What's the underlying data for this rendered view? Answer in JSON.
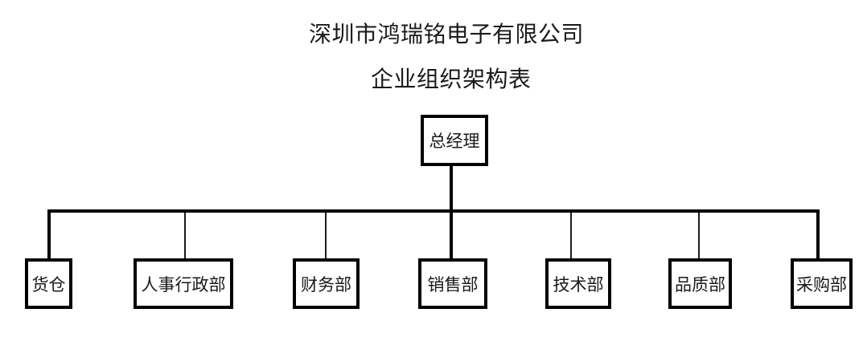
{
  "org_chart": {
    "company_name": "深圳市鸿瑞铭电子有限公司",
    "chart_title": "企业组织架构表",
    "root": {
      "label": "总经理"
    },
    "departments": [
      {
        "label": "货仓"
      },
      {
        "label": "人事行政部"
      },
      {
        "label": "财务部"
      },
      {
        "label": "销售部"
      },
      {
        "label": "技术部"
      },
      {
        "label": "品质部"
      },
      {
        "label": "采购部"
      }
    ],
    "colors": {
      "background": "#ffffff",
      "line": "#000000",
      "box_border": "#000000",
      "text": "#1a1a1a"
    }
  }
}
